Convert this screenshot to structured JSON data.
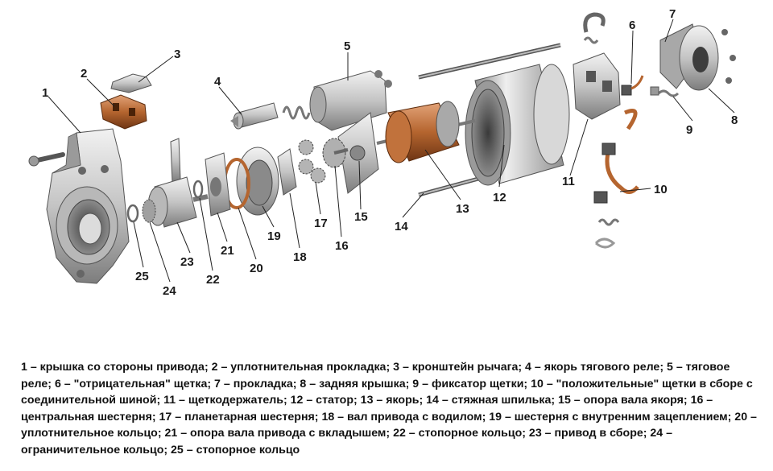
{
  "numbers": [
    "1",
    "2",
    "3",
    "4",
    "5",
    "6",
    "7",
    "8",
    "9",
    "10",
    "11",
    "12",
    "13",
    "14",
    "15",
    "16",
    "17",
    "18",
    "19",
    "20",
    "21",
    "22",
    "23",
    "24",
    "25"
  ],
  "caption": "1 – крышка со стороны привода; 2 – уплотнительная прокладка; 3 – кронштейн рычага; 4 – якорь тягового реле; 5 – тяговое реле; 6 – \"отрицательная\" щетка; 7 – прокладка; 8 – задняя крышка; 9 – фиксатор щетки; 10 – \"положительные\" щетки в сборе с соединительной шиной; 11 – щеткодержатель; 12 – статор; 13 – якорь; 14 – стяжная шпилька; 15 – опора вала якоря; 16 – центральная шестерня; 17 – планетарная шестерня; 18 – вал привода с водилом; 19 – шестерня с внутренним зацеплением; 20 – уплотнительное кольцо; 21 – опора вала привода с вкладышем; 22 – стопорное кольцо; 23 – привод в сборе; 24 – ограничительное кольцо; 25 – стопорное кольцо",
  "colors": {
    "metal": "#c9c9c9",
    "metal_dark": "#8a8a8a",
    "copper": "#b5652f",
    "copper_light": "#d99a6c"
  }
}
